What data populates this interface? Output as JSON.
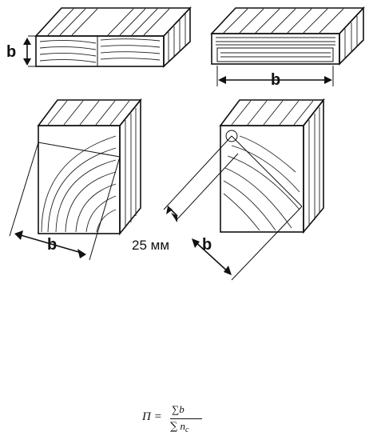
{
  "labels": {
    "b_top_left": "b",
    "b_top_right": "b",
    "b_bottom_left": "b",
    "b_bottom_right": "b",
    "offset_25": "25 мм"
  },
  "formula": {
    "lhs": "П =",
    "numerator": "∑b",
    "denominator_sum": "∑",
    "denominator_var": "n",
    "denominator_sub": "c"
  }
}
